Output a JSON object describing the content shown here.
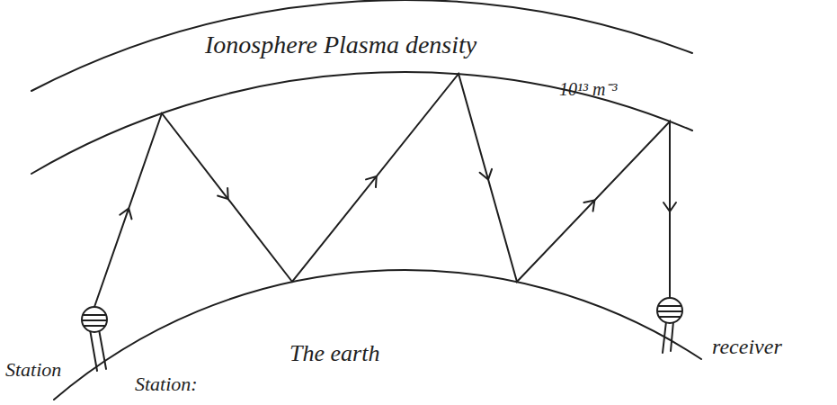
{
  "diagram": {
    "labels": [
      "Ionosphere Plasma density",
      "10¹³ m⁻³",
      "Station",
      "Station:",
      "The earth",
      "receiver"
    ]
  }
}
